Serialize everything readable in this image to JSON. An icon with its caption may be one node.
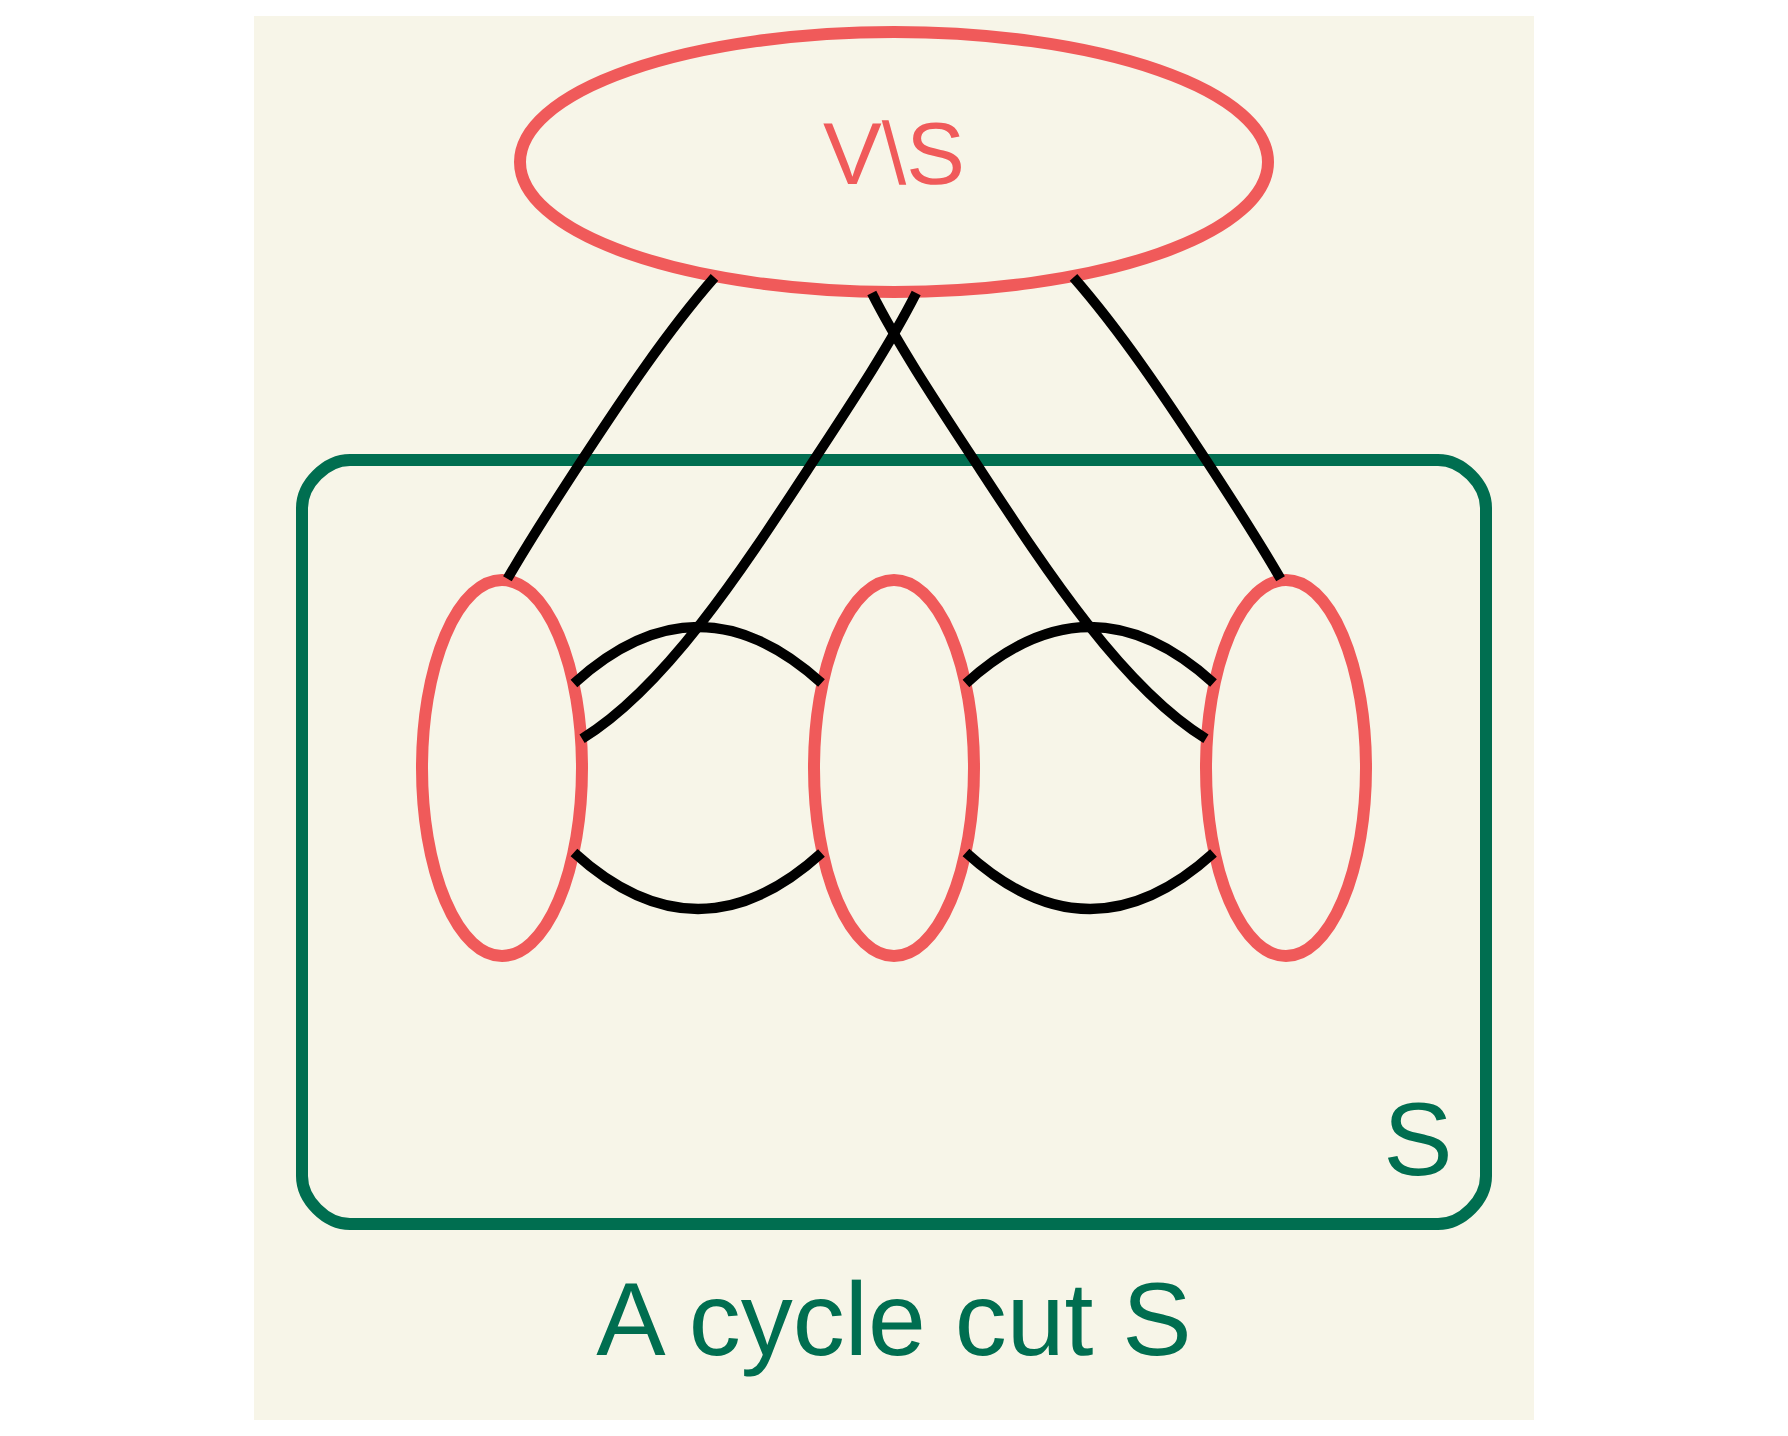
{
  "diagram": {
    "caption": "A cycle cut S",
    "nodes": [
      {
        "text": [
          "V\\S"
        ]
      },
      {
        "text": [
          "S"
        ]
      },
      {
        "text": [],
        "shape": "ellipse",
        "in": 1
      },
      {
        "text": [],
        "shape": "ellipse",
        "in": 1
      },
      {
        "text": [],
        "shape": "ellipse",
        "in": 1
      }
    ],
    "edges": [
      {
        "from": 0,
        "to": 2,
        "arrow": "none"
      },
      {
        "from": 0,
        "to": 2,
        "arrow": "none"
      },
      {
        "from": 0,
        "to": 4,
        "arrow": "none"
      },
      {
        "from": 0,
        "to": 4,
        "arrow": "none"
      },
      {
        "from": 2,
        "to": 3,
        "arrow": "none"
      },
      {
        "from": 2,
        "to": 3,
        "arrow": "none"
      },
      {
        "from": 3,
        "to": 4,
        "arrow": "none"
      },
      {
        "from": 3,
        "to": 4,
        "arrow": "none"
      }
    ]
  }
}
